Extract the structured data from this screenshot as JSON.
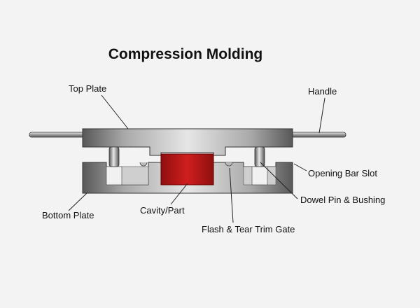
{
  "title": "Compression Molding",
  "labels": {
    "top_plate": "Top Plate",
    "handle": "Handle",
    "opening_bar_slot": "Opening Bar Slot",
    "dowel_pin_bushing": "Dowel Pin & Bushing",
    "bottom_plate": "Bottom Plate",
    "cavity_part": "Cavity/Part",
    "flash_trim_gate": "Flash & Tear Trim Gate"
  },
  "colors": {
    "background": "#f3f3f3",
    "plate_dark": "#585858",
    "plate_light": "#e4e4e4",
    "part": "#c41a1a",
    "leader": "#222222"
  }
}
